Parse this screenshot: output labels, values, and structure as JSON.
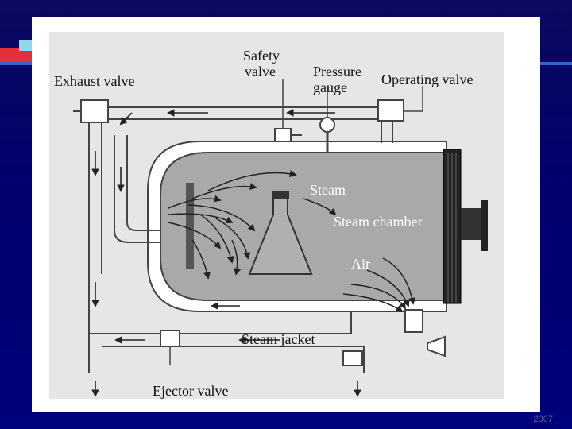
{
  "labels": {
    "safety_valve_line1": "Safety",
    "safety_valve_line2": "valve",
    "pressure_gauge_line1": "Pressure",
    "pressure_gauge_line2": "gauge",
    "exhaust_valve": "Exhaust valve",
    "operating_valve": "Operating valve",
    "steam": "Steam",
    "steam_chamber": "Steam chamber",
    "air": "Air",
    "steam_jacket": "Steam jacket",
    "ejector_valve": "Ejector valve"
  },
  "footer": {
    "year": "2007"
  },
  "colors": {
    "background": "#00007a",
    "pipe_fill": "#ffffff",
    "pipe_stroke": "#444444",
    "chamber_fill": "#a9a9a9",
    "arrow": "#222222"
  }
}
